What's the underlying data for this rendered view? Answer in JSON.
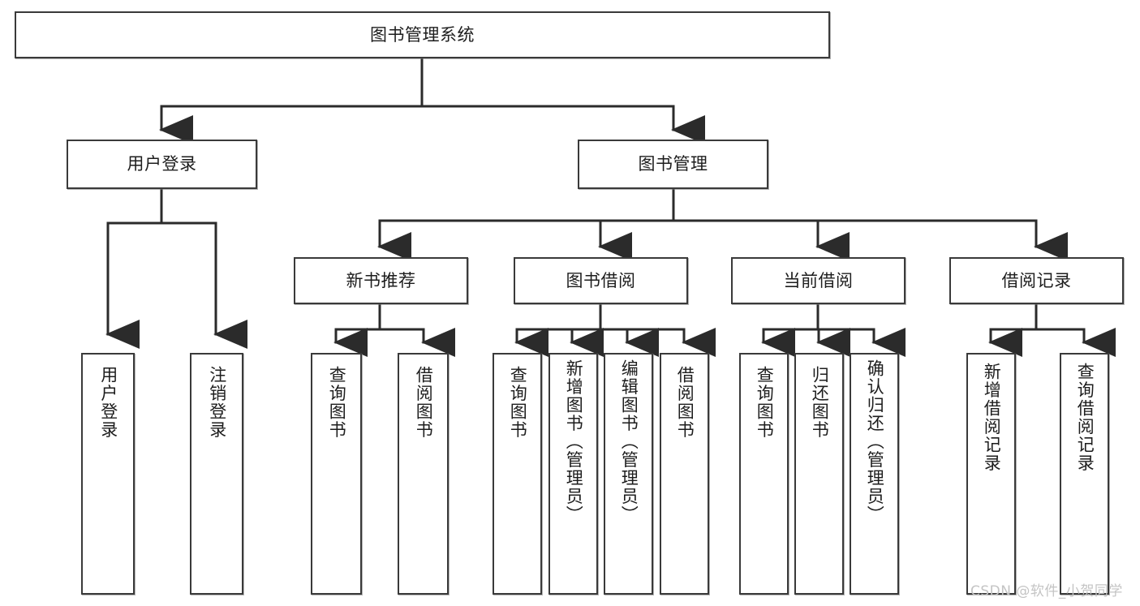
{
  "diagram": {
    "title": "图书管理系统",
    "type": "tree",
    "watermark": "CSDN @软件_小贺同学",
    "colors": {
      "box_border": "#3a3a3a",
      "box_fill": "#ffffff",
      "connector": "#2b2b2b",
      "text": "#1d1d1d",
      "watermark": "#c4c4c4"
    },
    "nodes": {
      "root": {
        "label": "图书管理系统"
      },
      "level2": [
        {
          "id": "user-login",
          "label": "用户登录"
        },
        {
          "id": "book-manage",
          "label": "图书管理"
        }
      ],
      "level3": [
        {
          "id": "new-book-recommend",
          "label": "新书推荐"
        },
        {
          "id": "book-borrow",
          "label": "图书借阅"
        },
        {
          "id": "current-borrow",
          "label": "当前借阅"
        },
        {
          "id": "borrow-record",
          "label": "借阅记录"
        }
      ],
      "leaves": {
        "user_login": [
          {
            "id": "leaf-user-login",
            "label": "用户登录"
          },
          {
            "id": "leaf-logout-login",
            "label": "注销登录"
          }
        ],
        "new_book_recommend": [
          {
            "id": "leaf-query-book-1",
            "label": "查询图书"
          },
          {
            "id": "leaf-borrow-book-1",
            "label": "借阅图书"
          }
        ],
        "book_borrow": [
          {
            "id": "leaf-query-book-2",
            "label": "查询图书"
          },
          {
            "id": "leaf-add-book",
            "label": "新增图书（管理员）"
          },
          {
            "id": "leaf-edit-book",
            "label": "编辑图书（管理员）"
          },
          {
            "id": "leaf-borrow-book-2",
            "label": "借阅图书"
          }
        ],
        "current_borrow": [
          {
            "id": "leaf-query-book-3",
            "label": "查询图书"
          },
          {
            "id": "leaf-return-book",
            "label": "归还图书"
          },
          {
            "id": "leaf-confirm-return",
            "label": "确认归还（管理员）"
          }
        ],
        "borrow_record": [
          {
            "id": "leaf-add-record",
            "label": "新增借阅记录"
          },
          {
            "id": "leaf-query-record",
            "label": "查询借阅记录"
          }
        ]
      }
    }
  }
}
